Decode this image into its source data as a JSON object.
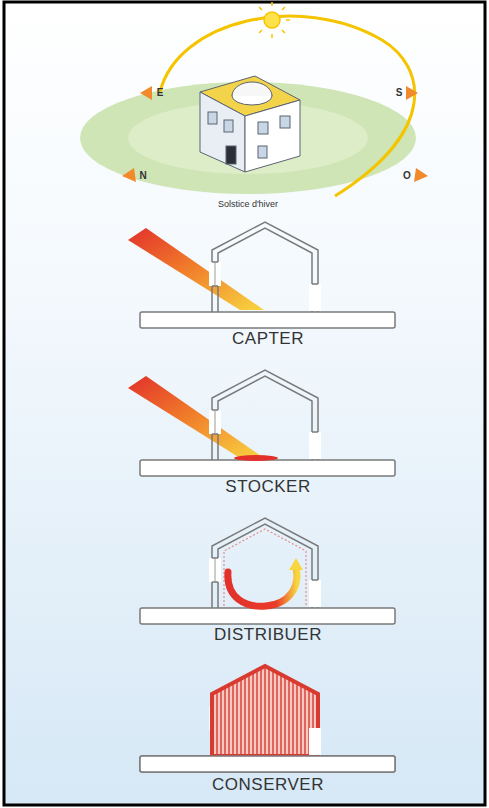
{
  "diagram": {
    "labels": [
      "E",
      "S",
      "N",
      "O",
      "Solstice d'hiver",
      "CAPTER",
      "STOCKER",
      "DISTRIBUER",
      "CONSERVER"
    ]
  }
}
